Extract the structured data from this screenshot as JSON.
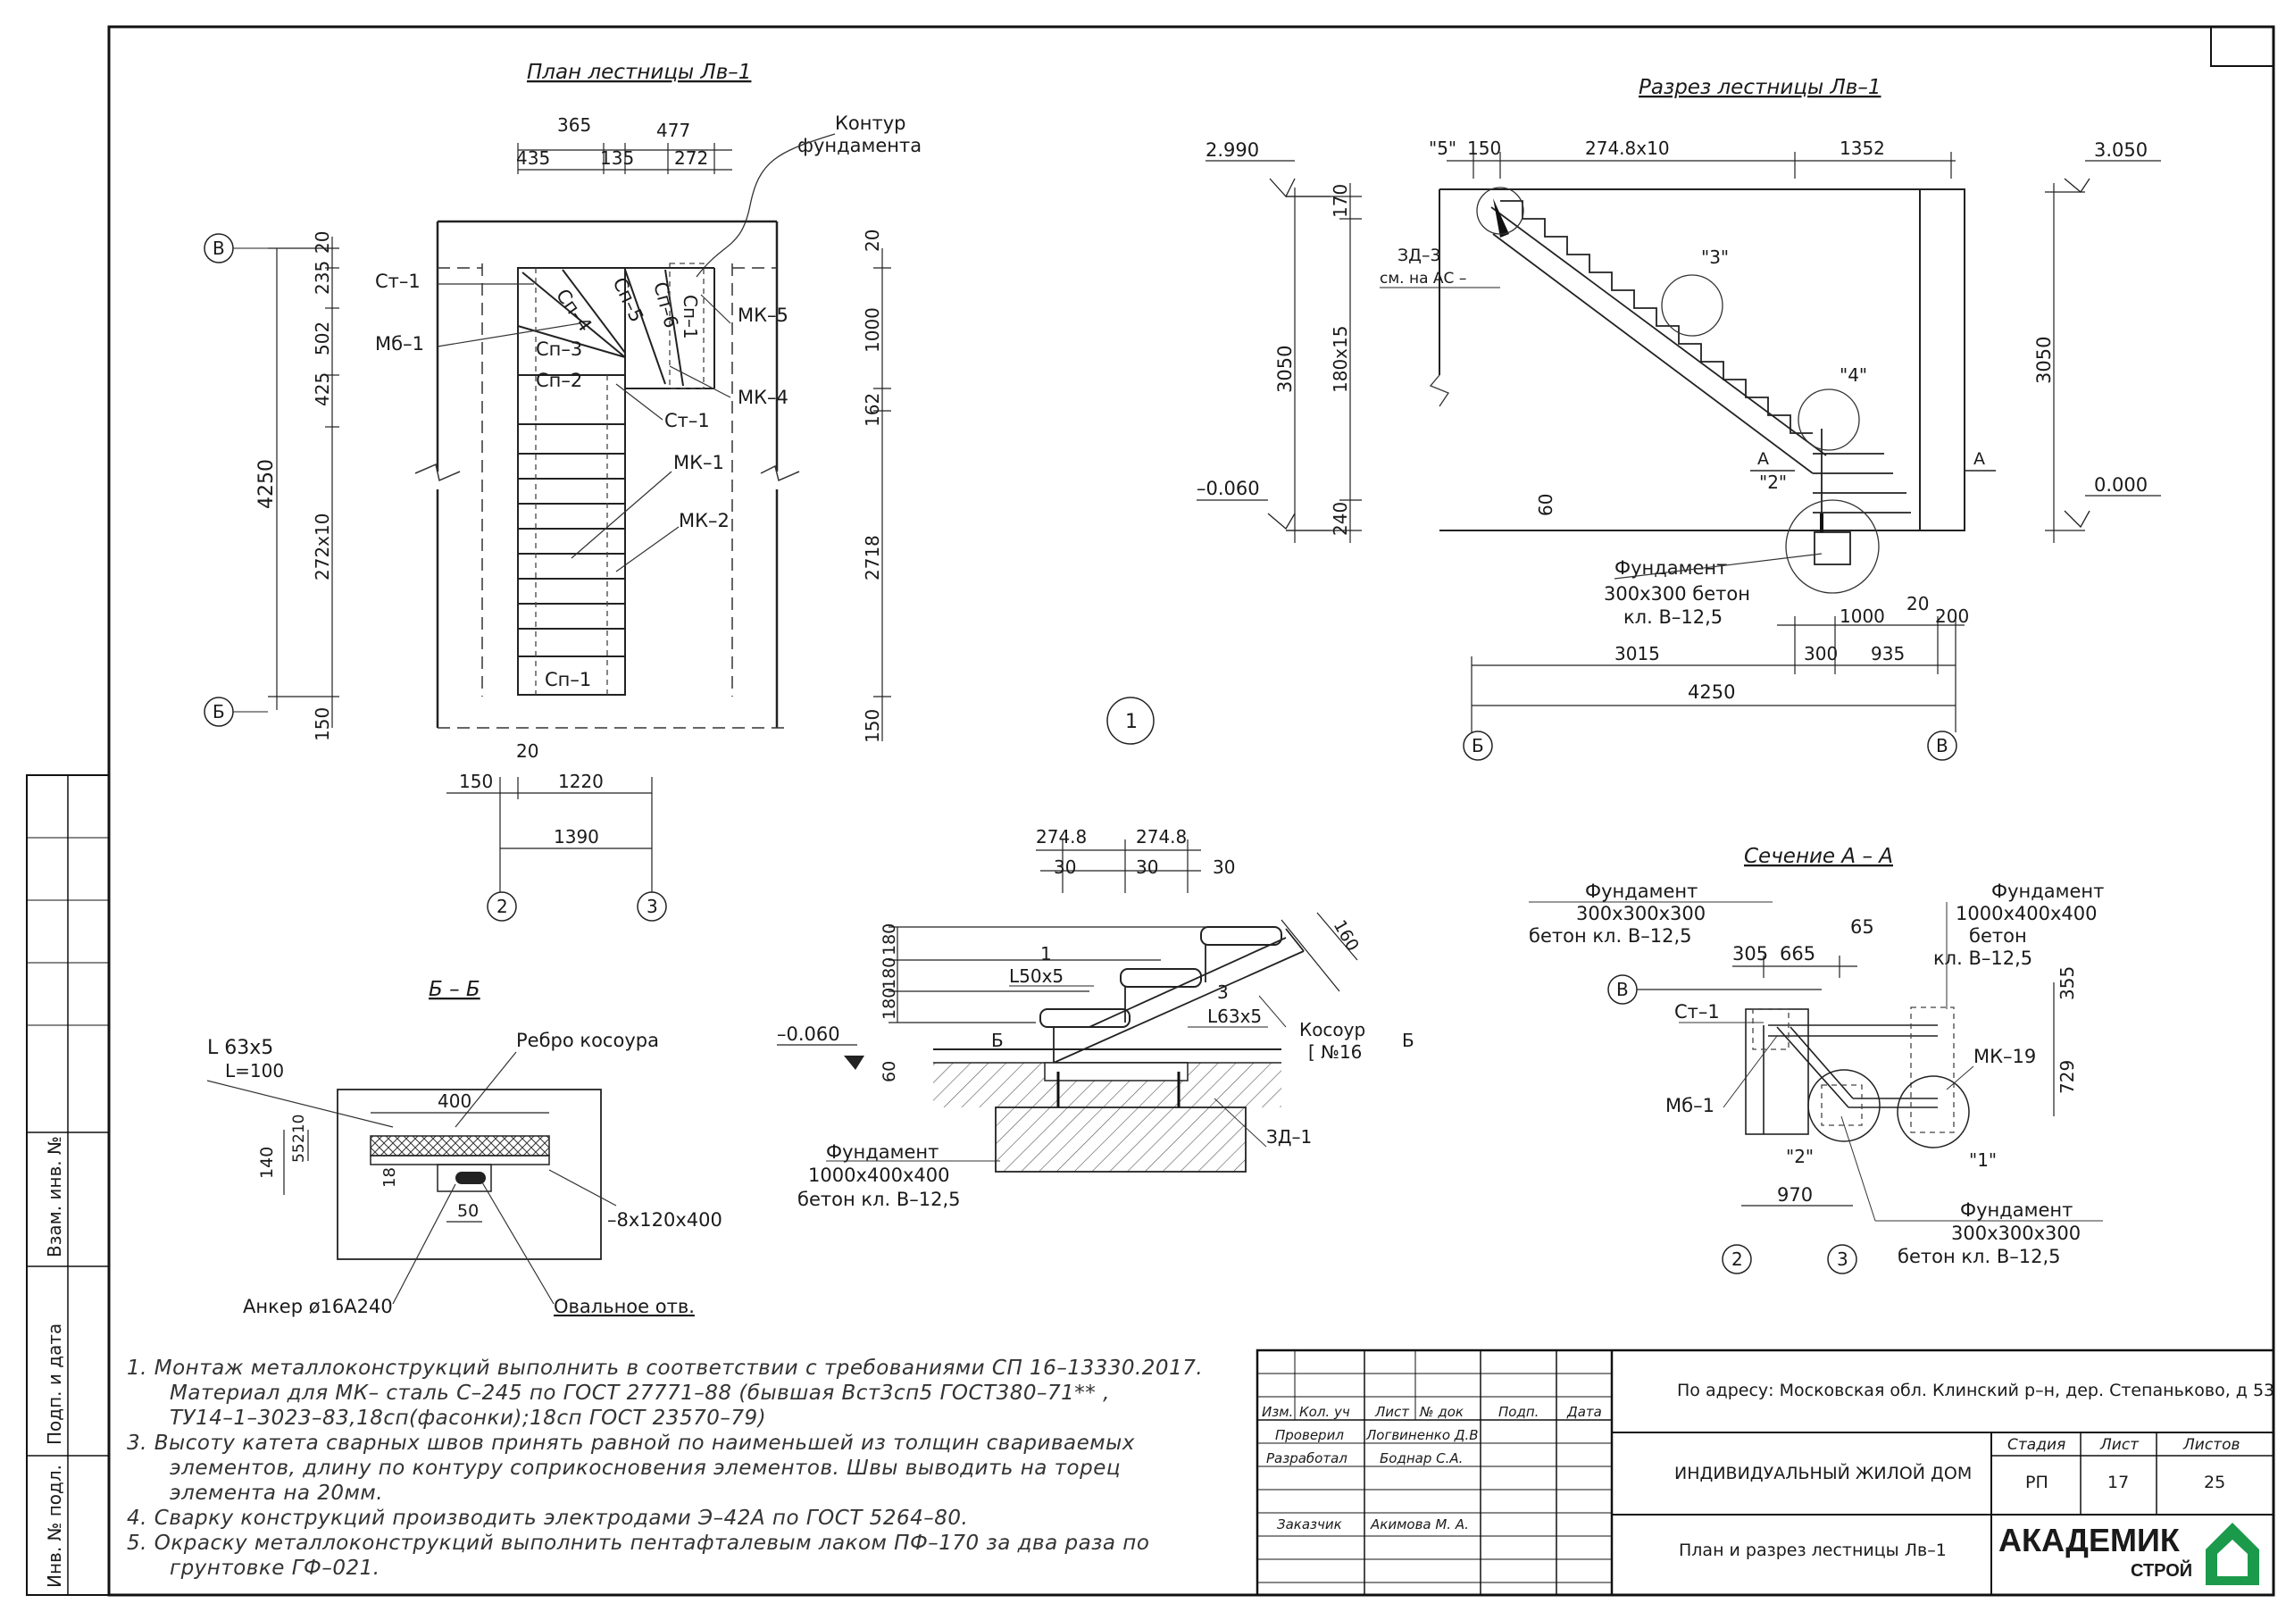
{
  "plan": {
    "title": "План лестницы Лв–1",
    "kontur": [
      "Контур",
      "фундамента"
    ],
    "top_dims": [
      "365",
      "477",
      "435",
      "135",
      "272"
    ],
    "left_dims": [
      "20",
      "235",
      "502",
      "425",
      "272х10",
      "150"
    ],
    "total_left": "4250",
    "right_dims": [
      "20",
      "1000",
      "162",
      "2718",
      "150"
    ],
    "steps": [
      "Сп–1",
      "Сп–2",
      "Сп–3",
      "Сп–4",
      "Сп–5",
      "Сп–6"
    ],
    "labels": [
      "Ст–1",
      "Мб–1",
      "МК–5",
      "МК–4",
      "Ст–1",
      "МК–1",
      "МК–2"
    ],
    "bottom_dims": [
      "20",
      "150",
      "1220",
      "1390"
    ],
    "axes": [
      "В",
      "Б",
      "2",
      "3"
    ],
    "sheet_mark": "1"
  },
  "section": {
    "title": "Разрез лестницы Лв–1",
    "top_dims": [
      "\"5\"",
      "150",
      "274.8х10",
      "1352"
    ],
    "levels": [
      "2.990",
      "–0.060",
      "3.050",
      "0.000"
    ],
    "left_dims": [
      "170",
      "180х15",
      "240",
      "3050",
      "60"
    ],
    "right_dims": [
      "3050"
    ],
    "zd": [
      "ЗД–3",
      "см. на АС –"
    ],
    "nodes": [
      "\"3\"",
      "\"4\"",
      "\"2\""
    ],
    "cut": [
      "А",
      "А"
    ],
    "foundation": [
      "Фундамент",
      "300х300 бетон",
      "кл. В–12,5"
    ],
    "bottom_dims": [
      "20",
      "1000",
      "200",
      "3015",
      "300",
      "935",
      "4250"
    ],
    "axes": [
      "Б",
      "В"
    ]
  },
  "bb": {
    "title": "Б – Б",
    "angle": [
      "L 63х5",
      "L=100"
    ],
    "rib": "Ребро косоура",
    "dims": [
      "400",
      "140",
      "55",
      "210",
      "18",
      "50"
    ],
    "plate": "–8х120х400",
    "anchor": "Анкер ø16А240",
    "hole": "Овальное отв."
  },
  "node1": {
    "top_dims": [
      "274.8",
      "274.8",
      "30",
      "30",
      "30"
    ],
    "vert_dims": [
      "180",
      "180",
      "180"
    ],
    "level": "–0.060",
    "dim60": "60",
    "marks": [
      "1",
      "L50х5",
      "3",
      "L63х5",
      "Б",
      "Б"
    ],
    "kosour": [
      "Косоур",
      "[ №16"
    ],
    "dim160": "160",
    "zd": "ЗД–1",
    "foundation": [
      "Фундамент",
      "1000х400х400",
      "бетон кл. В–12,5"
    ]
  },
  "aa": {
    "title": "Сечение А – А",
    "f1": [
      "Фундамент",
      "300х300х300",
      "бетон кл. В–12,5"
    ],
    "f2": [
      "Фундамент",
      "1000х400х400",
      "бетон",
      "кл. В–12,5"
    ],
    "f3": [
      "Фундамент",
      "300х300х300",
      "бетон кл. В–12,5"
    ],
    "dims": [
      "305",
      "665",
      "65",
      "355",
      "729",
      "970"
    ],
    "labels": [
      "Ст–1",
      "Мб–1",
      "МК–19",
      "\"2\"",
      "\"1\""
    ],
    "axes": [
      "В",
      "2",
      "3"
    ]
  },
  "notes": [
    "1. Монтаж металлоконструкций выполнить в соответствии с требованиями СП 16–13330.2017.",
    "Материал для МК– сталь С–245 по ГОСТ 27771–88 (бывшая Вст3сп5 ГОСТ380–71** ,",
    "ТУ14–1–3023–83,18сп(фасонки);18сп ГОСТ 23570–79)",
    "3. Высоту катета сварных швов принять равной по наименьшей из толщин свариваемых",
    "элементов, длину по контуру соприкосновения элементов. Швы выводить на торец",
    "элемента на 20мм.",
    "4. Сварку конструкций производить электродами Э–42А по ГОСТ 5264–80.",
    "5. Окраску металлоконструкций выполнить пентафталевым лаком ПФ–170 за два раза по",
    "грунтовке ГФ–021."
  ],
  "stamp": {
    "address": "По адресу: Московская обл. Клинский р–н, дер. Степаньково, д 53",
    "headers": [
      "Изм.",
      "Кол. уч",
      "Лист",
      "№ док",
      "Подп.",
      "Дата"
    ],
    "roles": [
      "Проверил",
      "Разработал",
      "Заказчик"
    ],
    "names": [
      "Логвиненко Д.В",
      "Боднар С.А.",
      "Акимова М. А."
    ],
    "project": "ИНДИВИДУАЛЬНЫЙ ЖИЛОЙ ДОМ",
    "sheet_title": "План и разрез лестницы Лв–1",
    "stage_h": "Стадия",
    "sheet_h": "Лист",
    "sheets_h": "Листов",
    "stage": "РП",
    "sheet": "17",
    "sheets": "25",
    "logo_main": "АКАДЕМИК",
    "logo_sub": "СТРОЙ",
    "logo_color": "#1a9a4a"
  },
  "side": [
    "Взам. инв. №",
    "Подп. и дата",
    "Инв. № подл."
  ]
}
